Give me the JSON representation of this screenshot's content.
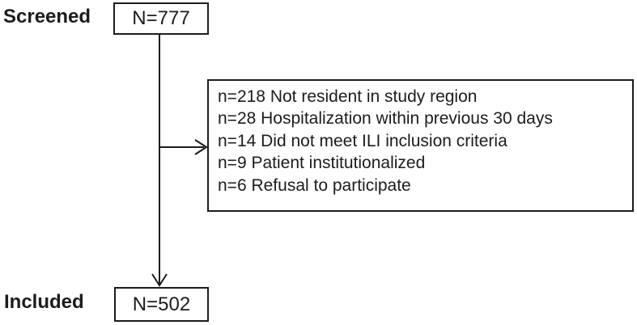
{
  "colors": {
    "background": "#ffffff",
    "line": "#1c1c1c",
    "text": "#1c1c1c"
  },
  "flow": {
    "screened": {
      "label": "Screened",
      "count": "N=777"
    },
    "included": {
      "label": "Included",
      "count": "N=502"
    },
    "exclusions": [
      "n=218 Not resident in study region",
      "n=28 Hospitalization within previous 30 days",
      "n=14 Did not meet ILI inclusion criteria",
      "n=9 Patient institutionalized",
      "n=6 Refusal to participate"
    ]
  }
}
